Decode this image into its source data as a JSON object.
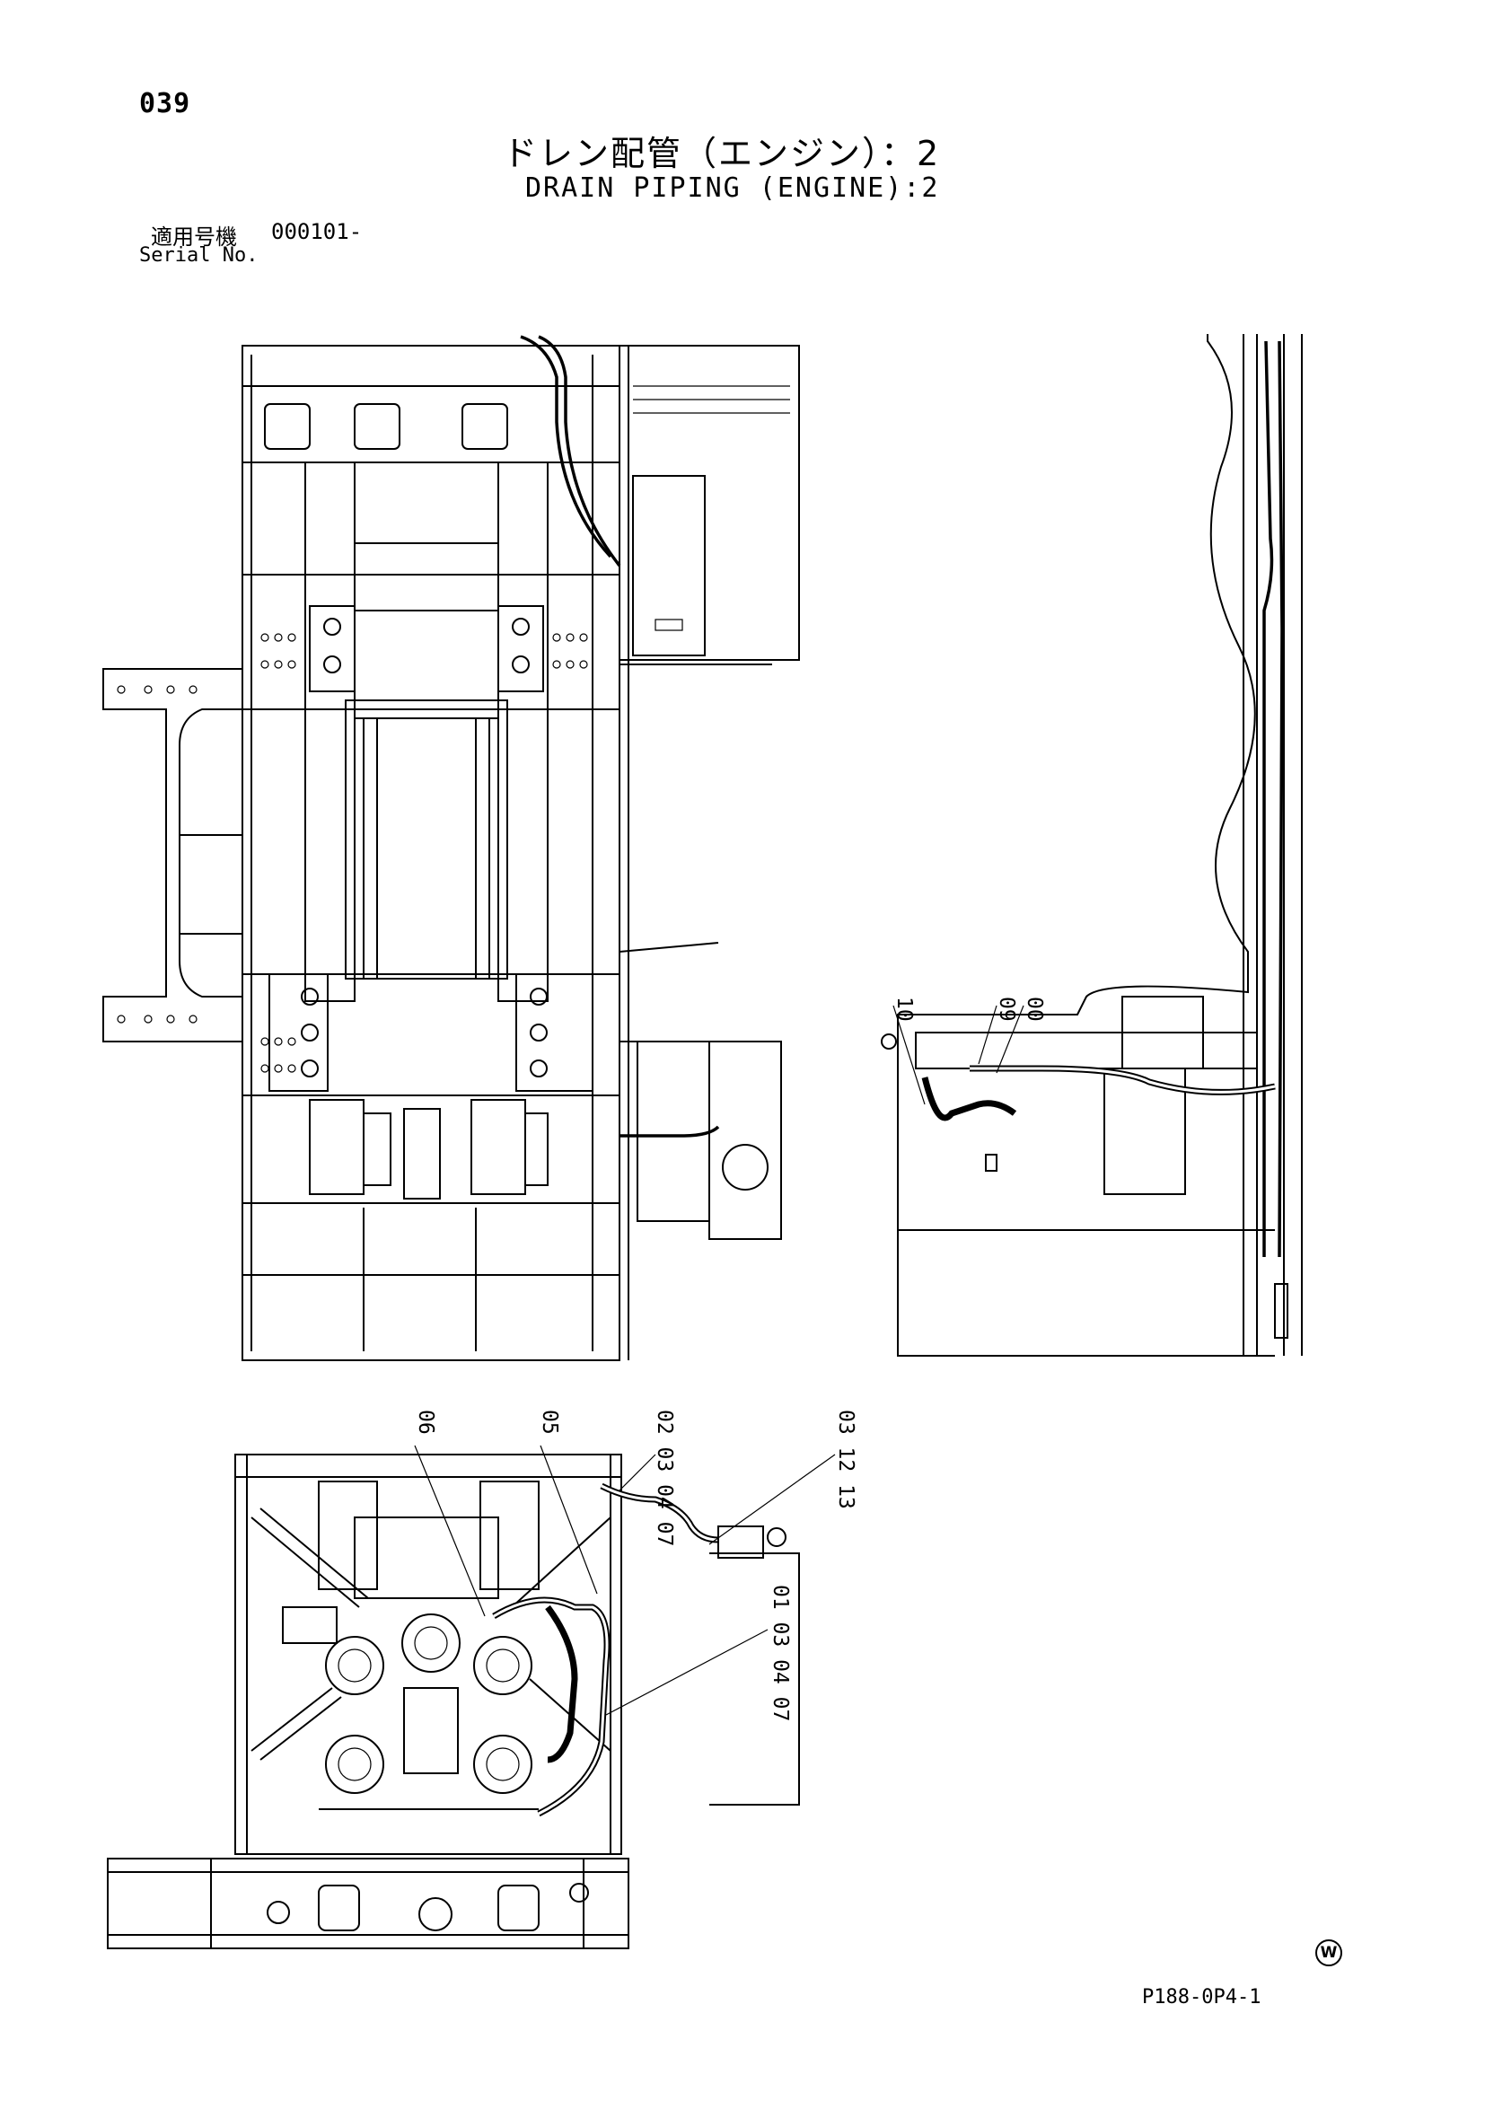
{
  "header": {
    "page_number": "039",
    "title_jp": "ドレン配管（エンジン）：2",
    "title_en": "DRAIN PIPING (ENGINE):2"
  },
  "serial": {
    "label_jp": "適用号機",
    "value": "000101-",
    "label_en": "Serial No."
  },
  "callouts": {
    "side_view": [
      "10",
      "09",
      "00"
    ],
    "bottom_view_top": [
      "06",
      "05",
      "02 03 04 07",
      "03 12 13"
    ],
    "bottom_view_mid": [
      "01 03 04 07"
    ]
  },
  "footer": {
    "mark": "W",
    "drawing_code": "P188-0P4-1"
  }
}
